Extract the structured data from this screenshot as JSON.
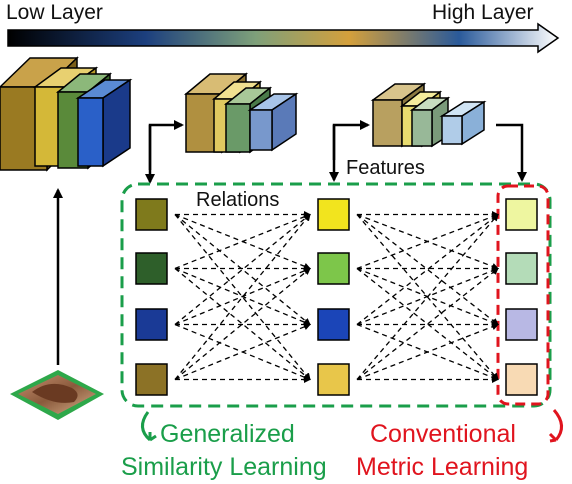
{
  "labels": {
    "low_layer": "Low Layer",
    "high_layer": "High Layer",
    "relations": "Relations",
    "features": "Features",
    "generalized_line1": "Generalized",
    "generalized_line2": "Similarity Learning",
    "conventional_line1": "Conventional",
    "conventional_line2": "Metric Learning"
  },
  "colors": {
    "green_accent": "#1a9e4a",
    "red_accent": "#e0141e",
    "gradient_stops": [
      "#000000",
      "#1c3f7e",
      "#7ea07a",
      "#d4a03c",
      "#2a5a9a",
      "#ffffff"
    ],
    "feature_columns": [
      [
        "#7f7a1c",
        "#2e5f2a",
        "#1a3a96",
        "#8c7226"
      ],
      [
        "#f2e41e",
        "#7dc64a",
        "#1b45b8",
        "#e8c64a"
      ],
      [
        "#eef6a0",
        "#b4dcb8",
        "#b8b8e4",
        "#f8dab4"
      ]
    ]
  }
}
